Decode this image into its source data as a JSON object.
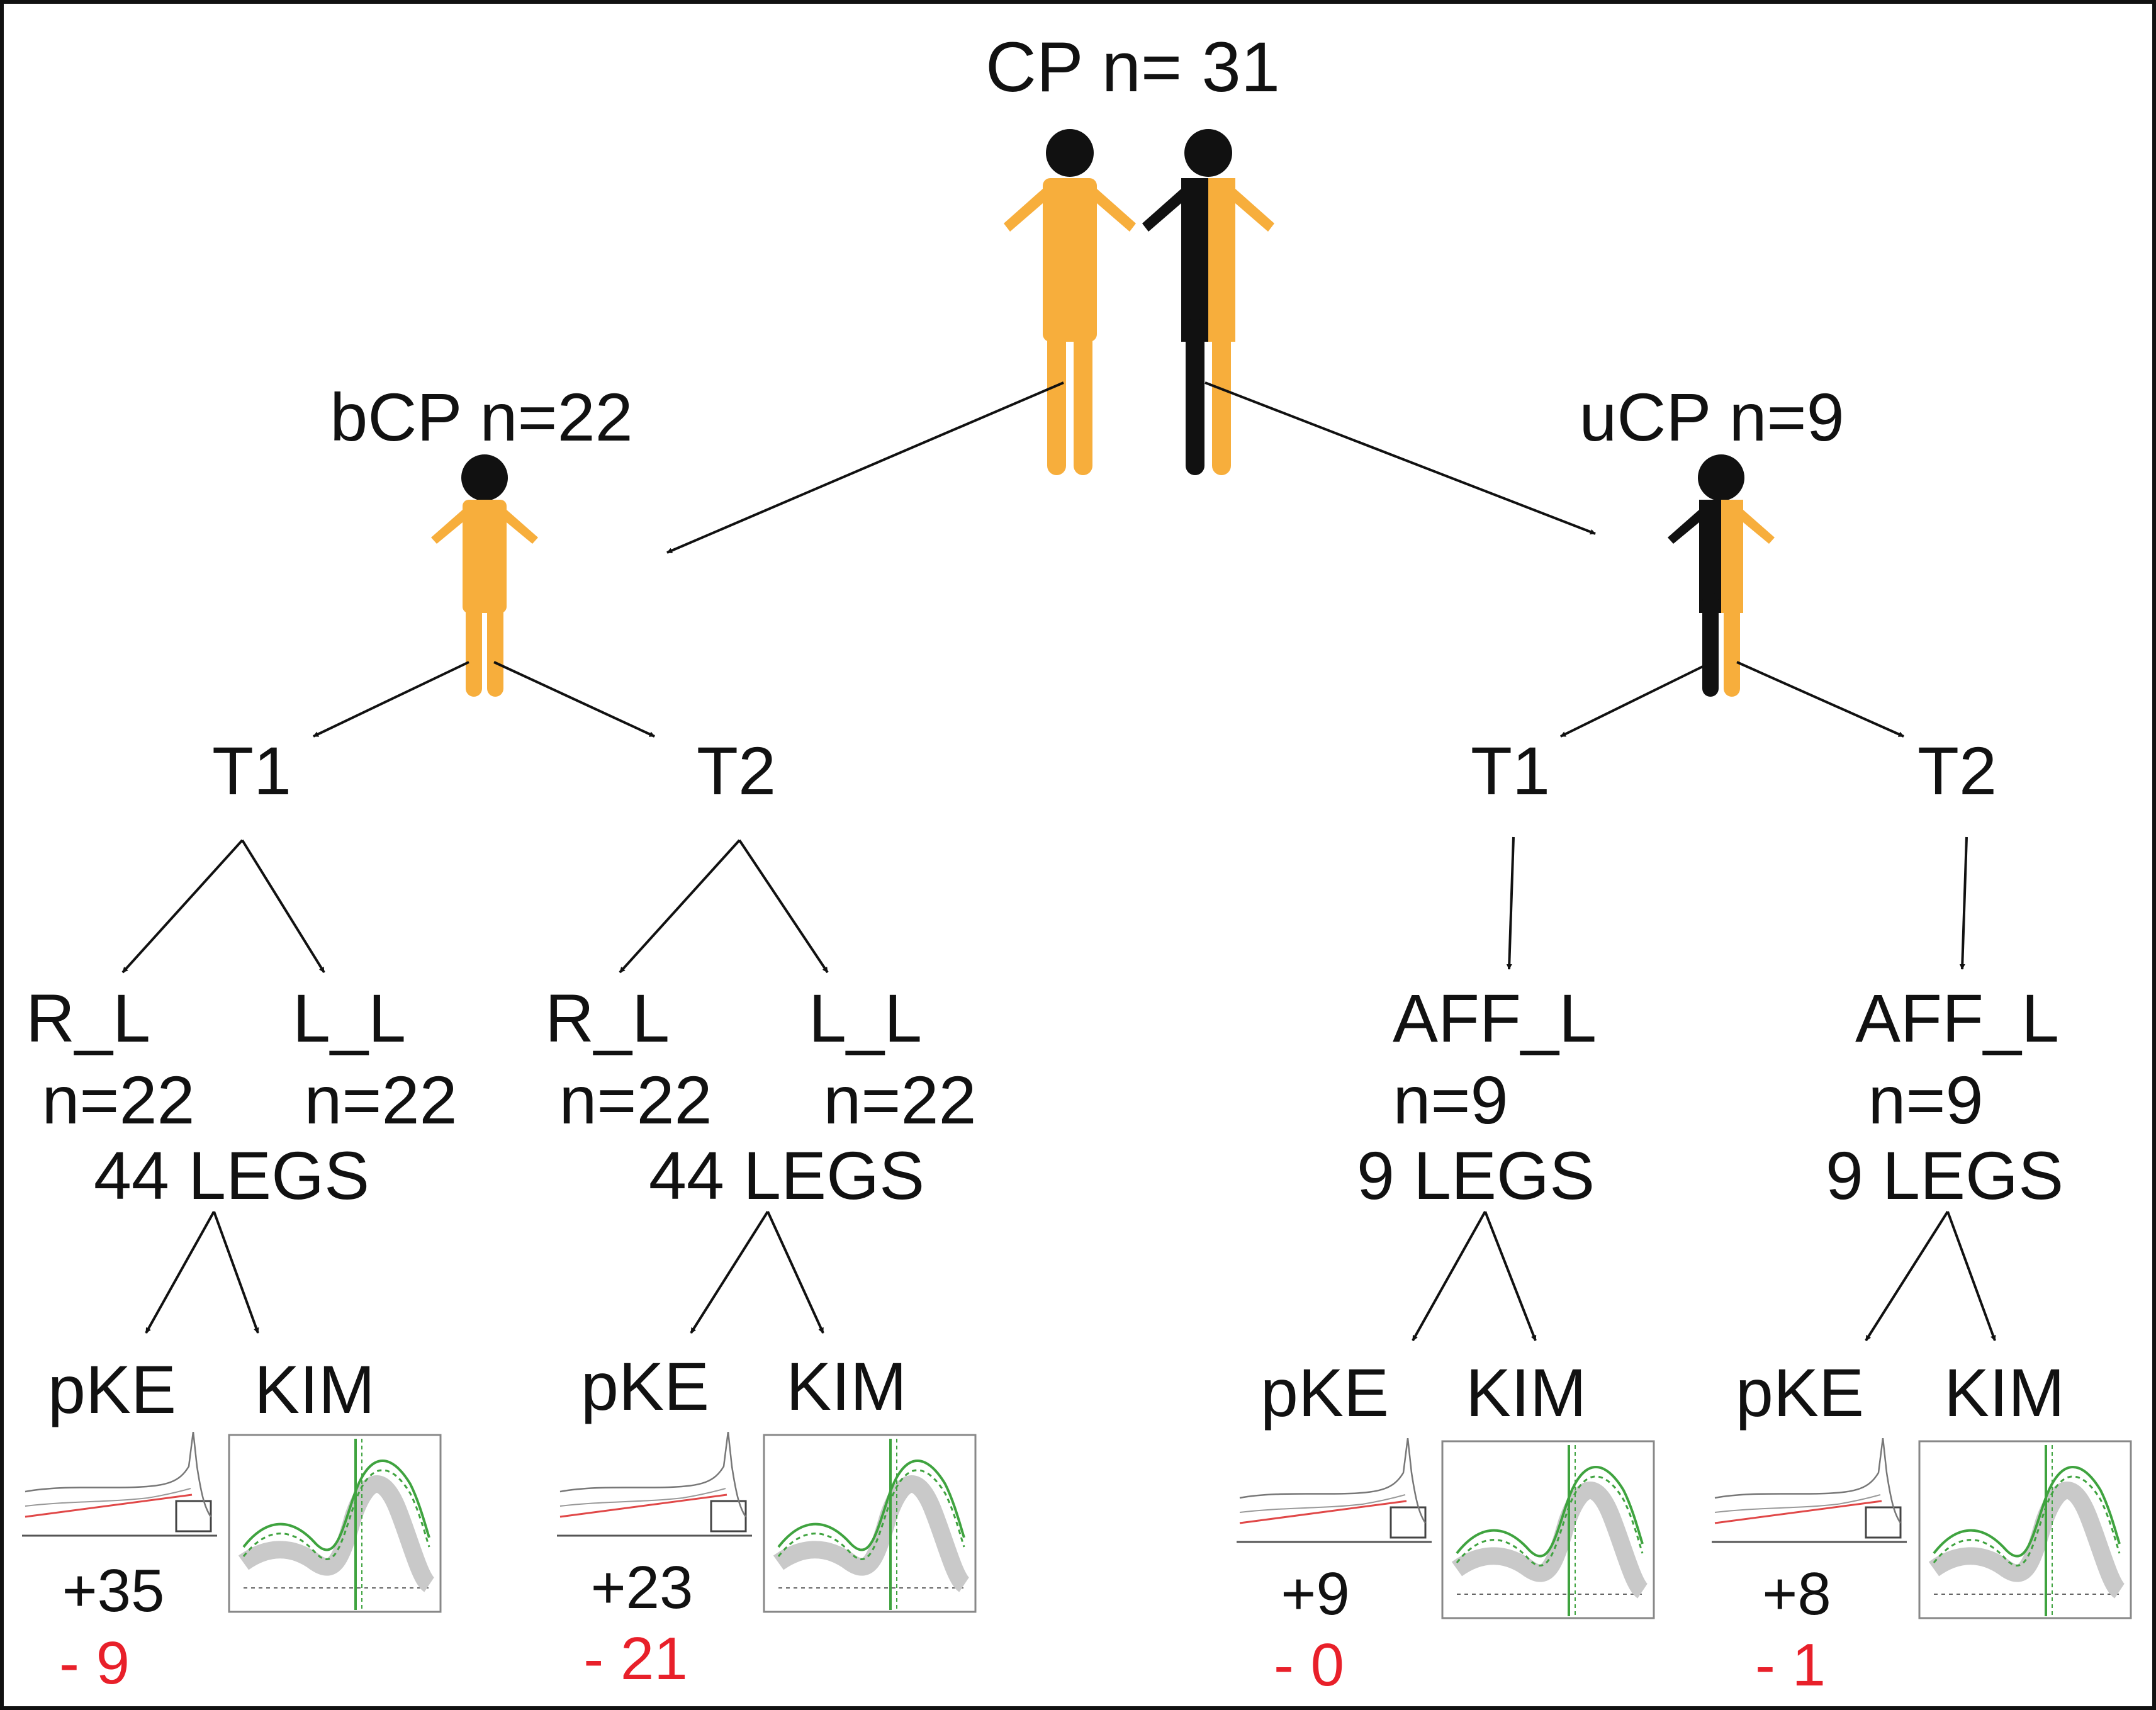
{
  "colors": {
    "figure_orange": "#F7AE3C",
    "figure_black": "#111111",
    "negative_red": "#E8202A",
    "curve_green": "#3FA33F",
    "curve_gray": "#C9C9C9",
    "trace_red": "#E04848"
  },
  "icons": [
    "person-icon",
    "hemi-person-icon",
    "pke-plot-thumbnail",
    "kim-plot-thumbnail"
  ],
  "root": {
    "label": "CP n= 31"
  },
  "groups": {
    "bcp": {
      "label": "bCP n=22",
      "branches": [
        {
          "time": "T1",
          "left_leg": {
            "name": "R_L",
            "n": "n=22"
          },
          "right_leg": {
            "name": "L_L",
            "n": "n=22"
          },
          "legs": "44 LEGS",
          "pke": "pKE",
          "kim": "KIM",
          "plus": "+35",
          "minus": "- 9"
        },
        {
          "time": "T2",
          "left_leg": {
            "name": "R_L",
            "n": "n=22"
          },
          "right_leg": {
            "name": "L_L",
            "n": "n=22"
          },
          "legs": "44 LEGS",
          "pke": "pKE",
          "kim": "KIM",
          "plus": "+23",
          "minus": "- 21"
        }
      ]
    },
    "ucp": {
      "label": "uCP n=9",
      "branches": [
        {
          "time": "T1",
          "leg": {
            "name": "AFF_L",
            "n": "n=9"
          },
          "legs": "9 LEGS",
          "pke": "pKE",
          "kim": "KIM",
          "plus": "+9",
          "minus": "- 0"
        },
        {
          "time": "T2",
          "leg": {
            "name": "AFF_L",
            "n": "n=9"
          },
          "legs": "9 LEGS",
          "pke": "pKE",
          "kim": "KIM",
          "plus": "+8",
          "minus": "- 1"
        }
      ]
    }
  }
}
